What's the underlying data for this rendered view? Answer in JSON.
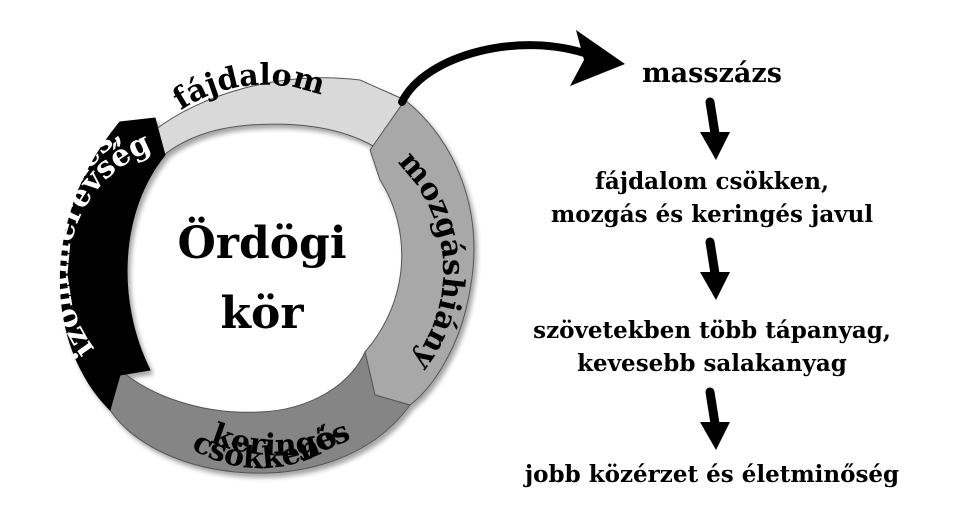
{
  "cycle": {
    "center": {
      "line1": "Ördögi",
      "line2": "kör"
    },
    "segments": [
      {
        "label": "fájdalom",
        "fill": "#d9d9d9",
        "text_color": "#000000"
      },
      {
        "label": "mozgáshiány",
        "fill": "#a8a8a8",
        "text_color": "#000000"
      },
      {
        "label_line1": "csökkenő",
        "label_line2": "keringés",
        "fill": "#858585",
        "text_color": "#000000"
      },
      {
        "label_line1": "meszesedés,",
        "label_line2": "izommerevség",
        "fill": "#050505",
        "text_color": "#ffffff"
      }
    ]
  },
  "flow": {
    "steps": [
      {
        "lines": [
          "masszázs"
        ]
      },
      {
        "lines": [
          "fájdalom csökken,",
          "mozgás és keringés javul"
        ]
      },
      {
        "lines": [
          "szövetekben több tápanyag,",
          "kevesebb salakanyag"
        ]
      },
      {
        "lines": [
          "jobb közérzet és életminőség"
        ]
      }
    ]
  }
}
